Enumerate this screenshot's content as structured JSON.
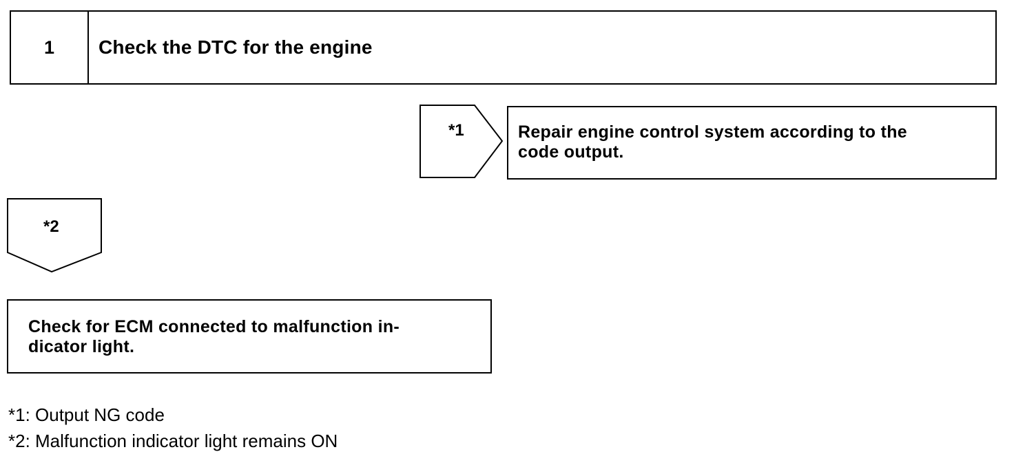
{
  "step": {
    "number": "1",
    "title": "Check the DTC for the engine"
  },
  "branches": [
    {
      "marker": "*1",
      "result": "Repair engine control system according to the code output."
    },
    {
      "marker": "*2",
      "result": "Check for ECM connected to malfunction in-dicator light."
    }
  ],
  "result_lines": {
    "repair_line1": "Repair engine control system according to the",
    "repair_line2": "code output.",
    "ecm_line1": "Check for ECM connected to malfunction in-",
    "ecm_line2": "dicator light."
  },
  "footnotes": [
    "*1: Output NG code",
    "*2: Malfunction indicator light remains ON"
  ]
}
